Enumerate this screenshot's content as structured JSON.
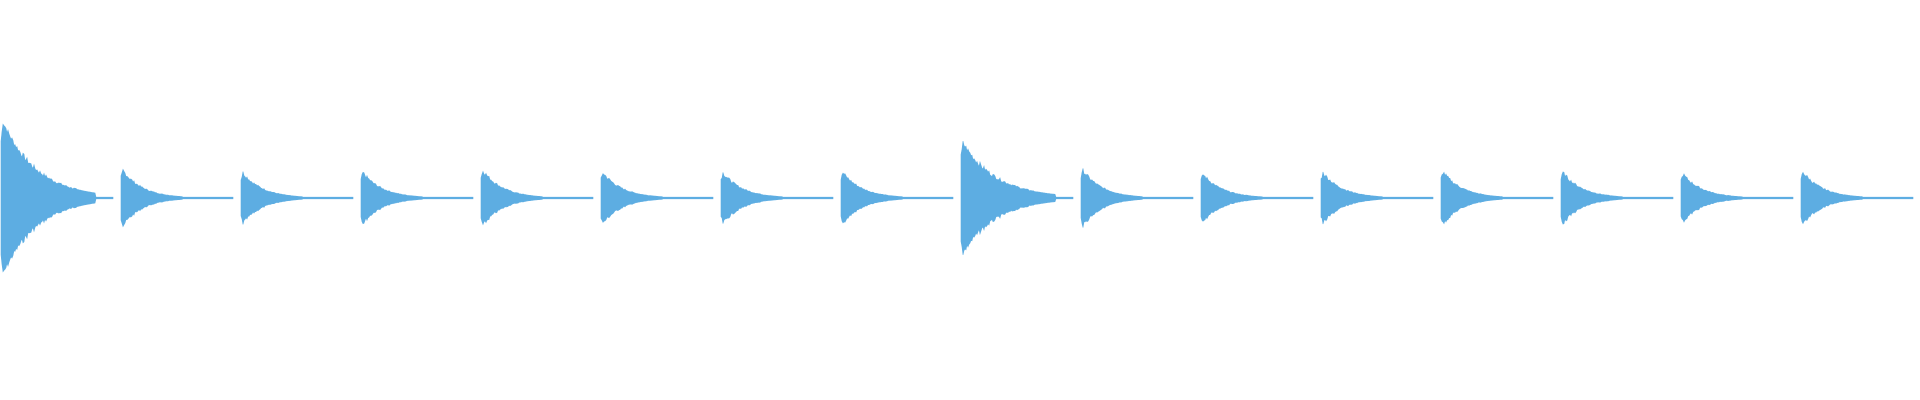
{
  "waveform": {
    "color": "#5dade2",
    "background": "#ffffff",
    "events": [
      {
        "amplitude": 1.0,
        "decay": "long"
      },
      {
        "amplitude": 0.36,
        "decay": "short"
      },
      {
        "amplitude": 0.33,
        "decay": "short"
      },
      {
        "amplitude": 0.33,
        "decay": "short"
      },
      {
        "amplitude": 0.36,
        "decay": "short"
      },
      {
        "amplitude": 0.33,
        "decay": "short"
      },
      {
        "amplitude": 0.33,
        "decay": "short"
      },
      {
        "amplitude": 0.33,
        "decay": "short"
      },
      {
        "amplitude": 0.72,
        "decay": "long"
      },
      {
        "amplitude": 0.36,
        "decay": "short"
      },
      {
        "amplitude": 0.31,
        "decay": "short"
      },
      {
        "amplitude": 0.33,
        "decay": "short"
      },
      {
        "amplitude": 0.34,
        "decay": "short"
      },
      {
        "amplitude": 0.33,
        "decay": "short"
      },
      {
        "amplitude": 0.31,
        "decay": "short"
      },
      {
        "amplitude": 0.34,
        "decay": "short"
      }
    ]
  }
}
